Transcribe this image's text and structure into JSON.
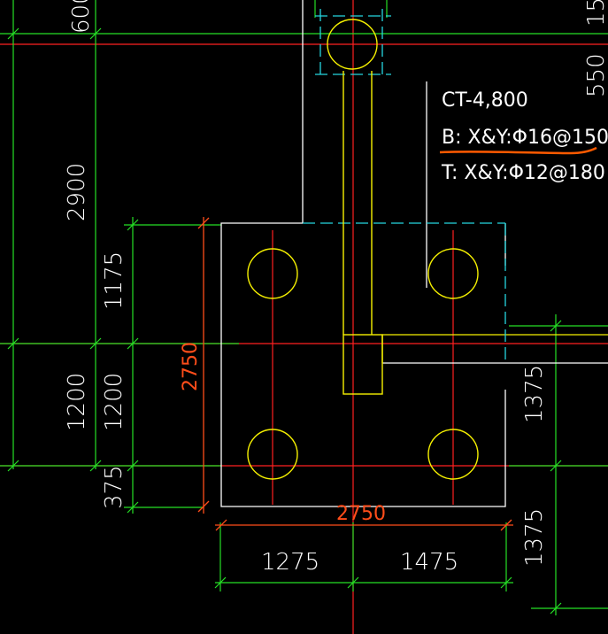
{
  "colors": {
    "background": "#000000",
    "axis_red": "#ff2020",
    "dim_green": "#25e025",
    "outline_white": "#ffffff",
    "pile_yellow": "#f5f000",
    "hidden_cyan": "#25d6e0",
    "dim_orange": "#ff4d1a",
    "underline_orange": "#ff5a00"
  },
  "note": {
    "cap_label": "CT-4,800",
    "bottom_rebar": "B: X&Y:Φ16@150",
    "top_rebar": "T: X&Y:Φ12@180"
  },
  "dimensions": {
    "top_left_600": "600",
    "top_right_15": "15",
    "right_550": "550",
    "left_2900": "2900",
    "left_1175": "1175",
    "left_1200_outer": "1200",
    "left_1200_inner": "1200",
    "left_375": "375",
    "cap_height_2750": "2750",
    "cap_width_2750": "2750",
    "bottom_1275": "1275",
    "bottom_1475": "1475",
    "right_1375_upper": "1375",
    "right_1375_lower": "1375"
  }
}
